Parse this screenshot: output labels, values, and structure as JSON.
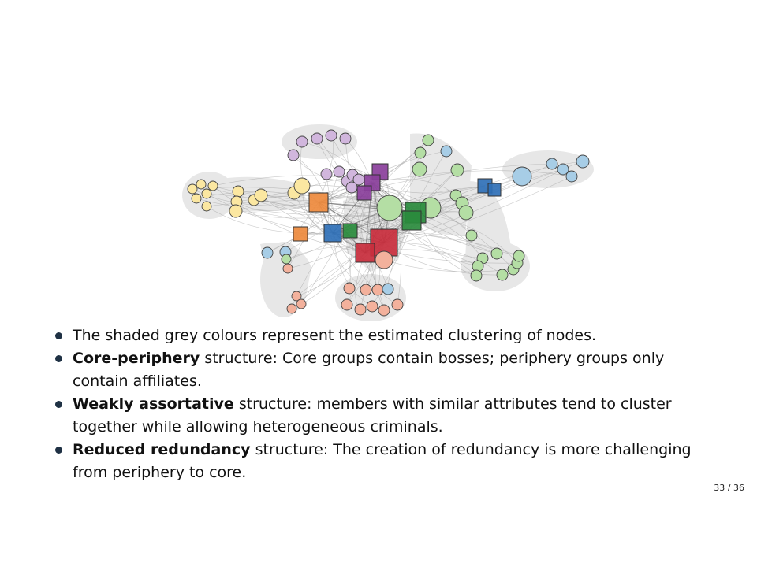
{
  "bullets": [
    {
      "bold": "",
      "rest": "The shaded grey colours represent the estimated clustering of nodes."
    },
    {
      "bold": "Core-periphery",
      "rest": "structure: Core groups contain bosses; periphery groups only contain affiliates."
    },
    {
      "bold": "Weakly assortative",
      "rest": "structure: members with similar attributes tend to cluster together while allowing heterogeneous criminals."
    },
    {
      "bold": "Reduced redundancy",
      "rest": "structure: The creation of redundancy is more challenging from periphery to core."
    }
  ],
  "page_number": "33 / 36",
  "palette": {
    "yellow": "#fbe7a1",
    "purple_light": "#d1b6dd",
    "purple": "#8a3f9b",
    "green_light": "#b4dea4",
    "green": "#2a8b3d",
    "blue_light": "#a7cde6",
    "blue": "#2f70b7",
    "orange": "#ee8a3d",
    "red": "#c92e3d",
    "salmon": "#f3b19c",
    "cluster_shade": "#e7e7e7",
    "edge": "#9a9a9a"
  }
}
